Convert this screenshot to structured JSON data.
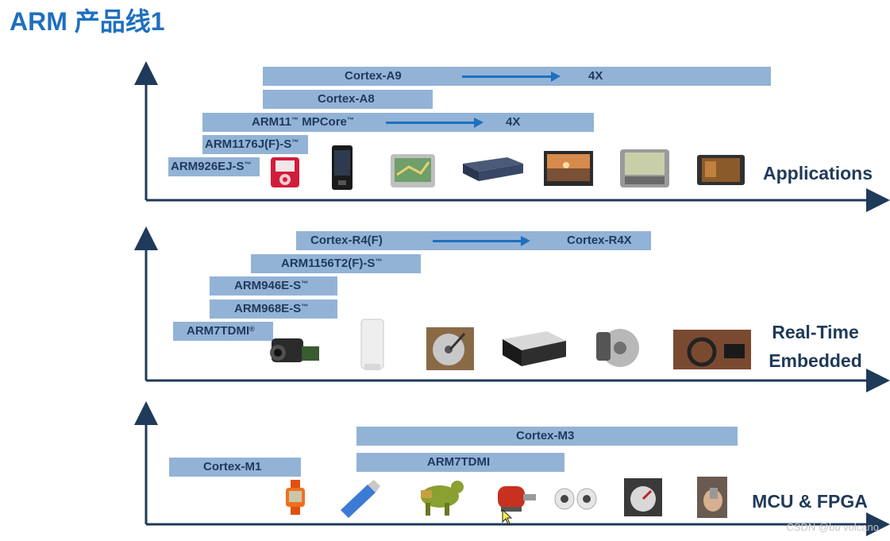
{
  "title": "ARM 产品线1",
  "applications": {
    "label": "Applications",
    "cores": [
      {
        "name": "Cortex-A9",
        "scale": "4X"
      },
      {
        "name": "Cortex-A8"
      },
      {
        "name": "ARM11",
        "suffix": " MPCore",
        "scale": "4X"
      },
      {
        "name": "ARM1176J(F)-S"
      },
      {
        "name": "ARM926EJ-S"
      }
    ],
    "devices": [
      "music-player-icon",
      "phone-icon",
      "gps-icon",
      "router-icon",
      "tv-icon",
      "smartphone-icon",
      "media-player-icon"
    ]
  },
  "realtime": {
    "label_line1": "Real-Time",
    "label_line2": "Embedded",
    "cores": [
      {
        "name": "Cortex-R4(F)",
        "target": "Cortex-R4X"
      },
      {
        "name": "ARM1156T2(F)-S"
      },
      {
        "name": "ARM946E-S"
      },
      {
        "name": "ARM968E-S"
      },
      {
        "name": "ARM7TDMI"
      }
    ],
    "devices": [
      "camcorder-icon",
      "wifi-router-icon",
      "hard-disk-icon",
      "printer-icon",
      "brake-disc-icon",
      "car-dashboard-icon"
    ]
  },
  "mcu": {
    "label": "MCU & FPGA",
    "cores": [
      {
        "name": "Cortex-M3"
      },
      {
        "name": "Cortex-M1"
      },
      {
        "name": "ARM7TDMI"
      }
    ],
    "devices": [
      "watch-icon",
      "usb-stick-icon",
      "robot-dino-icon",
      "motor-icon",
      "speakers-icon",
      "gauge-icon",
      "handheld-icon"
    ]
  },
  "watermark": "CSDN @bu volcano",
  "colors": {
    "title": "#1f6fbf",
    "bar": "#93b3d6",
    "text": "#1f3a5a",
    "axis": "#1f3a5a",
    "arrow": "#1f6fbf"
  }
}
